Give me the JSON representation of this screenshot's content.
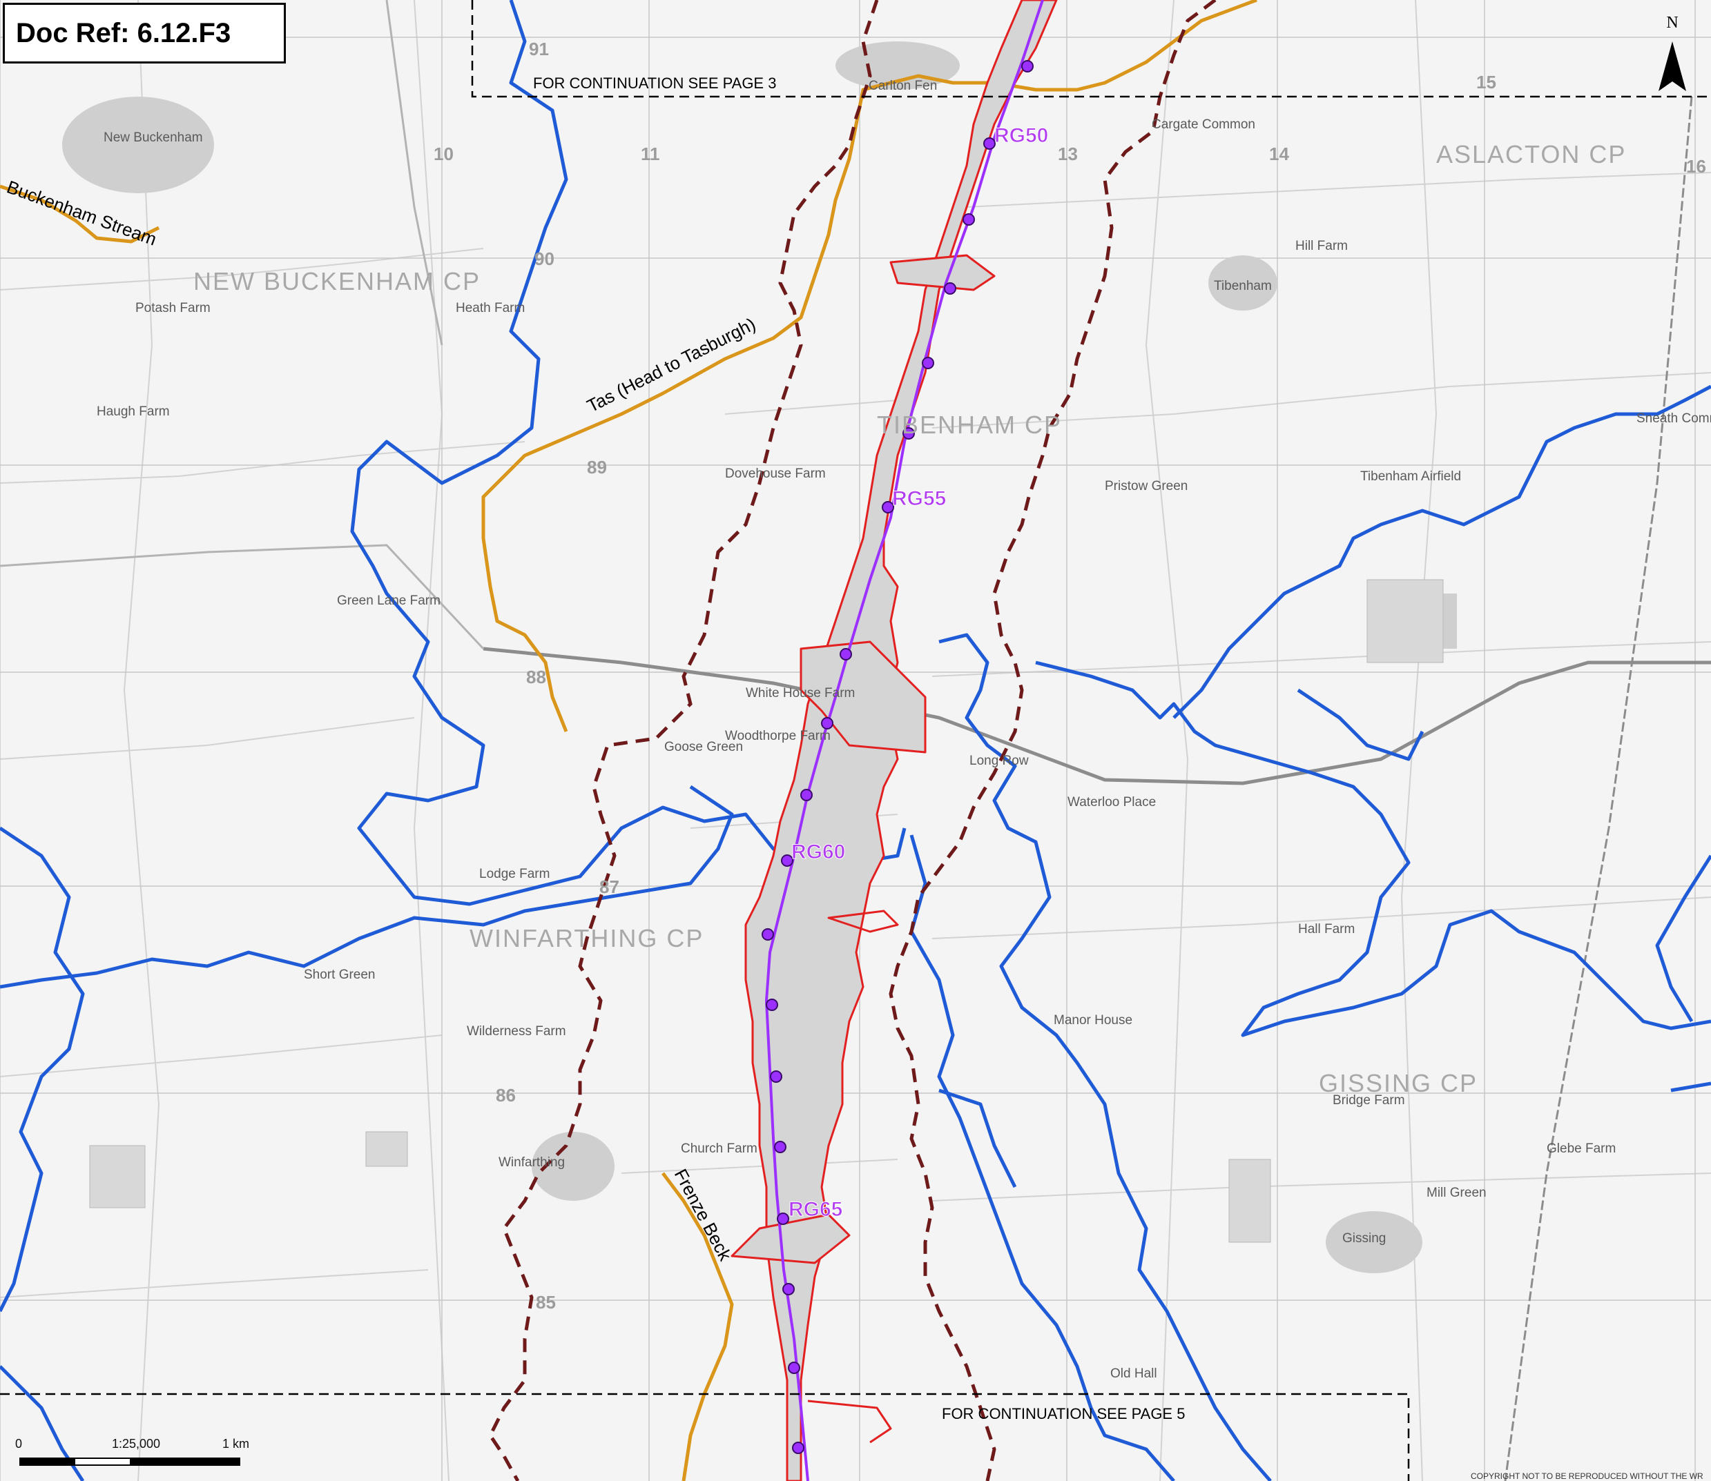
{
  "doc_ref": "Doc Ref: 6.12.F3",
  "north_label": "N",
  "continuation_top": "FOR CONTINUATION SEE PAGE 3",
  "continuation_bottom": "FOR CONTINUATION SEE PAGE 5",
  "scale": {
    "ratio": "1:25,000",
    "zero": "0",
    "end": "1 km"
  },
  "copyright": "COPYRIGHT NOT TO BE REPRODUCED WITHOUT THE WR",
  "colors": {
    "route": "#9b30ff",
    "order_limits": "#e32020",
    "study_area": "#6e1a1a",
    "main_river": "#1f5bd6",
    "watercourse": "#d9961a",
    "road": "#8c8c8c",
    "grid": "#bfbfbf"
  },
  "waypoints": [
    {
      "label": "RG50"
    },
    {
      "label": "RG55"
    },
    {
      "label": "RG60"
    },
    {
      "label": "RG65"
    }
  ],
  "parishes": [
    {
      "label": "NEW BUCKENHAM CP"
    },
    {
      "label": "TIBENHAM CP"
    },
    {
      "label": "ASLACTON CP"
    },
    {
      "label": "WINFARTHING CP"
    },
    {
      "label": "GISSING CP"
    }
  ],
  "watercourses": [
    {
      "label": "Buckenham Stream"
    },
    {
      "label": "Tas (Head to Tasburgh)"
    },
    {
      "label": "Frenze Beck"
    }
  ],
  "grid_labels": [
    "91",
    "90",
    "89",
    "88",
    "87",
    "86",
    "85",
    "10",
    "11",
    "13",
    "14",
    "15",
    "16"
  ],
  "places": [
    "New Buckenham",
    "Tibenham",
    "Long Row",
    "Winfarthing",
    "Gissing",
    "Goose Green",
    "Tibenham Airfield",
    "Carlton Fen",
    "Cargate Common",
    "Short Green",
    "Mill Green",
    "Sneath Common",
    "Pristow Green",
    "Waterloo Place",
    "White House Farm",
    "Dovehouse Farm",
    "Potash Farm",
    "Haugh Farm",
    "Heath Farm",
    "Green Lane Farm",
    "Wilderness Farm",
    "Hall Farm",
    "Church Farm",
    "Hill Farm",
    "Glebe Farm",
    "Woodthorpe Farm",
    "Manor House",
    "Bridge Farm",
    "Old Hall",
    "Lodge Farm"
  ]
}
